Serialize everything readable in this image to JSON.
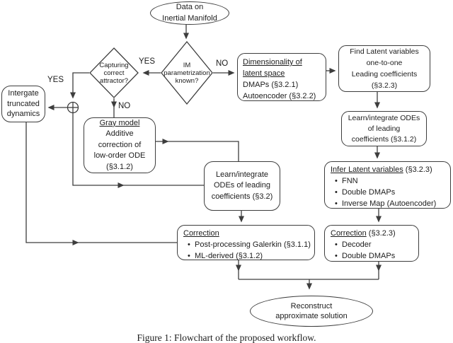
{
  "bullet_char": "•",
  "colors": {
    "line": "#3d3d3d",
    "text": "#1c1c1c",
    "background": "#ffffff"
  },
  "labels": {
    "yes_top": "YES",
    "no_top": "NO",
    "yes_left": "YES",
    "no_mid": "NO"
  },
  "nodes": {
    "data_manifold": {
      "line1": "Data on",
      "line2": "Inertial Manifold"
    },
    "capturing": {
      "line1": "Capturing",
      "line2": "correct",
      "line3": "attractor?"
    },
    "im": {
      "line1": "IM",
      "line2": "parametrization",
      "line3": "known?"
    },
    "dimensionality": {
      "u1": "Dimensionality of",
      "u2": "latent space",
      "line3": "DMAPs (§3.2.1)",
      "line4": "Autoencoder (§3.2.2)"
    },
    "find_latent": {
      "line1": "Find Latent variables",
      "line2": "one-to-one",
      "line3": "Leading coefficients",
      "line4": "(§3.2.3)"
    },
    "learn_312": {
      "line1": "Learn/integrate ODEs",
      "line2": "of leading",
      "line3": "coefficients (§3.1.2)"
    },
    "infer": {
      "header_u": "Infer Latent variables",
      "header_rest": " (§3.2.3)",
      "bullets": [
        "FNN",
        "Double DMAPs",
        "Inverse Map (Autoencoder)"
      ]
    },
    "correction_323": {
      "header_u": "Correction",
      "header_rest": " (§3.2.3)",
      "bullets": [
        "Decoder",
        "Double DMAPs"
      ]
    },
    "intergate": {
      "line1": "Intergate",
      "line2": "truncated",
      "line3": "dynamics"
    },
    "gray": {
      "header_u": "Gray model",
      "line2": "Additive",
      "line3": "correction of",
      "line4": "low-order ODE",
      "line5": "(§3.1.2)"
    },
    "learn_32": {
      "line1": "Learn/integrate",
      "line2": "ODEs of leading",
      "line3": "coefficients (§3.2)"
    },
    "correction_mid": {
      "header_u": "Correction",
      "bullets": [
        "Post-processing Galerkin (§3.1.1)",
        "ML-derived (§3.1.2)"
      ]
    },
    "reconstruct": {
      "line1": "Reconstruct",
      "line2": "approximate solution"
    }
  },
  "caption": "Figure 1: Flowchart of the proposed workflow."
}
